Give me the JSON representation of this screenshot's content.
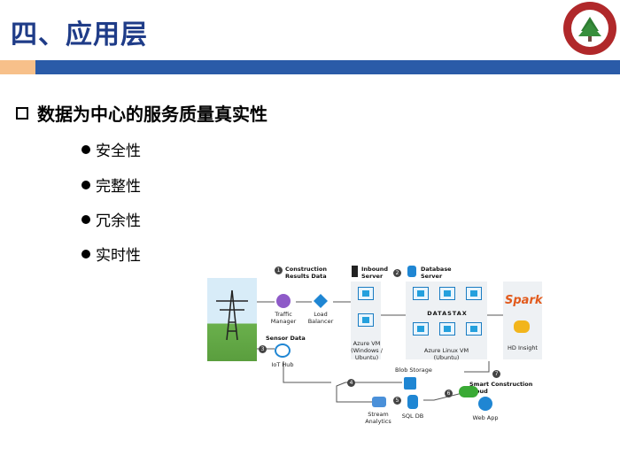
{
  "slide": {
    "title": "四、应用层",
    "section_heading": "数据为中心的服务质量真实性",
    "bullets": [
      "安全性",
      "完整性",
      "冗余性",
      "实时性"
    ]
  },
  "colors": {
    "title": "#1f3c88",
    "band_blue": "#2a5ba8",
    "band_orange": "#f7c08a",
    "logo": "#b0282a"
  },
  "diagram": {
    "construction_results": "Construction Results Data",
    "traffic_manager": "Traffic Manager",
    "load_balancer": "Load Balancer",
    "inbound_server": "Inbound Server",
    "database_server": "Database Server",
    "datastax": "DATASTAX",
    "azure_vm_win": "Azure VM (Windows / Ubuntu)",
    "azure_vm_linux": "Azure Linux VM (Ubuntu)",
    "spark": "Spark",
    "hd_insight": "HD Insight",
    "sensor_data": "Sensor Data",
    "iot_hub": "IoT Hub",
    "blob_storage": "Blob Storage",
    "smart_cloud": "Smart Construction Cloud",
    "stream_analytics": "Stream Analytics",
    "sql_db": "SQL DB",
    "web_app": "Web App",
    "steps": [
      "1",
      "2",
      "3",
      "4",
      "5",
      "6",
      "7"
    ]
  }
}
